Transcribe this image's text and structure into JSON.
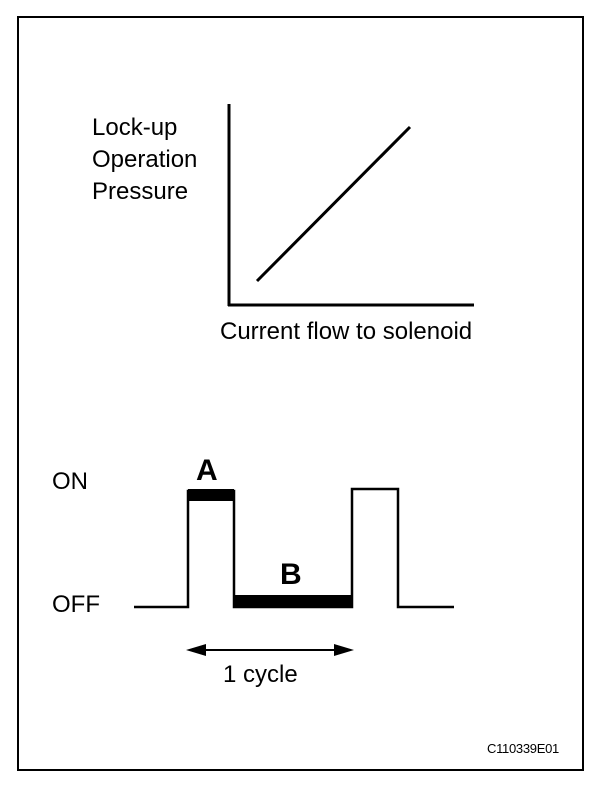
{
  "graph": {
    "y_label_lines": [
      "Lock-up",
      "Operation",
      "Pressure"
    ],
    "x_label": "Current flow to solenoid"
  },
  "waveform": {
    "on_label": "ON",
    "off_label": "OFF",
    "label_a": "A",
    "label_b": "B",
    "cycle_label": "1 cycle"
  },
  "figure_code": "C110339E01",
  "colors": {
    "stroke": "#000000",
    "background": "#ffffff"
  }
}
